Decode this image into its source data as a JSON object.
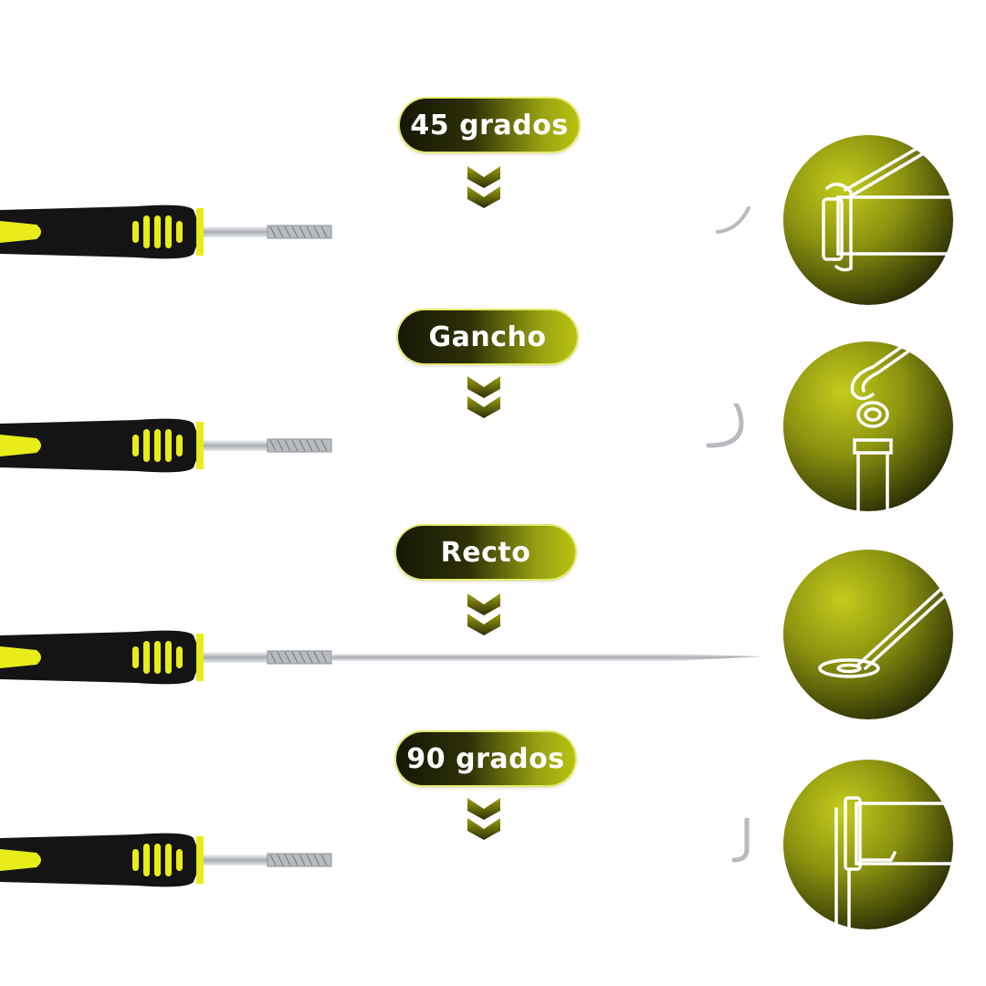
{
  "colors": {
    "handle_black": "#141414",
    "handle_yellow": "#e8ec1a",
    "pill_dark": "#151705",
    "pill_light": "#b9c20f",
    "circle_light": "#c4cc1c",
    "circle_dark": "#2a2d05",
    "steel": "#c9ccd0"
  },
  "tools": [
    {
      "label": "45 grados",
      "tip_icon": "angled-45-tip",
      "usage_icon": "pipe-clamp-illustration"
    },
    {
      "label": "Gancho",
      "tip_icon": "hook-tip",
      "usage_icon": "o-ring-hook-illustration"
    },
    {
      "label": "Recto",
      "tip_icon": "straight-tip",
      "usage_icon": "washer-pick-illustration"
    },
    {
      "label": "90 grados",
      "tip_icon": "angled-90-tip",
      "usage_icon": "tube-seal-illustration"
    }
  ]
}
